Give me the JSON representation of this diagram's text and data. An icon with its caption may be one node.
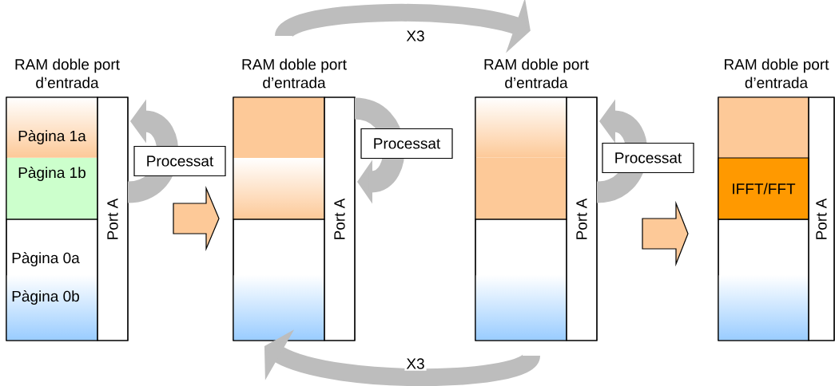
{
  "diagram": {
    "nodes": [
      {
        "text": [
          "RAM doble port d’entrada"
        ]
      },
      {
        "text": [
          "Pàgina 1a",
          "Pàgina 1b"
        ],
        "in": 0
      },
      {
        "text": [
          "Pàgina 0a",
          "Pàgina 0b"
        ],
        "in": 0
      },
      {
        "text": [
          "Port A"
        ],
        "in": 0
      },
      {
        "text": [
          "RAM doble port d’entrada"
        ]
      },
      {
        "text": [],
        "shape": "box",
        "in": 4
      },
      {
        "text": [],
        "shape": "box",
        "in": 4
      },
      {
        "text": [
          "Port A"
        ],
        "in": 4
      },
      {
        "text": [
          "RAM doble port d’entrada"
        ]
      },
      {
        "text": [],
        "shape": "box",
        "in": 8
      },
      {
        "text": [],
        "shape": "box",
        "in": 8
      },
      {
        "text": [
          "Port A"
        ],
        "in": 8
      },
      {
        "text": [
          "RAM doble port d’entrada"
        ]
      },
      {
        "text": [],
        "shape": "box",
        "in": 12
      },
      {
        "text": [
          "IFFT/FFT"
        ],
        "in": 13
      },
      {
        "text": [],
        "shape": "box",
        "in": 12
      },
      {
        "text": [
          "Port A"
        ],
        "in": 12
      }
    ],
    "edges": [
      {
        "from": 3,
        "to": 3,
        "arrow": "to",
        "label": "Processat"
      },
      {
        "from": 0,
        "to": 4,
        "arrow": "to",
        "color": "#fdc998"
      },
      {
        "from": 7,
        "to": 7,
        "arrow": "to",
        "label": "Processat"
      },
      {
        "from": 4,
        "to": 8,
        "arrow": "to",
        "label": "X3"
      },
      {
        "from": 11,
        "to": 11,
        "arrow": "to",
        "label": "Processat"
      },
      {
        "from": 8,
        "to": 12,
        "arrow": "to",
        "color": "#fdc998"
      },
      {
        "from": 8,
        "to": 4,
        "arrow": "to",
        "label": "X3"
      }
    ]
  }
}
